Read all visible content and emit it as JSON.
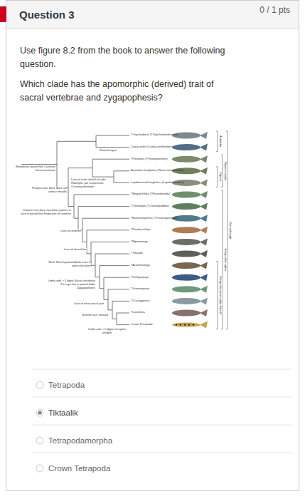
{
  "diagram": {
    "nodes": [
      {
        "text": [
          "Question 3",
          "0 / 1 pts"
        ]
      }
    ],
    "labels": [
      "Use figure 8.2 from the book to answer the following question.",
      "Which clade has the apomorphic (derived) trait of sacral vertebrae and zygapophesis?",
      "Rostral organ",
      "Monobasic paired fins Cosmine Intracranial joint",
      "Loss of outer dental arcade Holostylic jaw suspension Crushing dentition",
      "Preopercular bone does not contact maxilla",
      "Choana One-bone two-bone pattern in axis of paired fins Reduction of cosmine",
      "Loss of cosmine",
      "Loss of dorsal fins",
      "Neck Short hyomandibula Loss of opercular bone",
      "Limbs with > 5 digits Sacral vertebrae Fin rays lost in paired limbs Zygapophyses",
      "Loss of intracranial joint",
      "Nostrils face forward",
      "Limbs with < 5 digits Occipital condyle",
      "†Onychodonts (†Onychodontiformes)",
      "Coelacanths (Coelacanthiformes)",
      "†Porolepis (†Porolepiformes)",
      "Australian lungfishes (Neoceratodontidae)",
      "Lepidosirenid lungfishes (Lepidosirenidae)",
      "†Megalichthys (†Rhizodontida)",
      "†Osteolepis (†Osteolepididae)",
      "†Eusthenopteron (†Tristichopteridae)",
      "†Panderichthys",
      "†Elpistostege",
      "†Tiktaalik",
      "†Acanthostega",
      "†Ichthyostega",
      "†Greererpeton",
      "†Crassigyrinus",
      "†Loxomma",
      "Crown Tetrapoda",
      "Actinistia",
      "Dipnoi",
      "Dipnoomorpha",
      "Tetrapoda (apomorphy-based)",
      "Tetrapodomorpha",
      "Sarcopterygii",
      "Tetrapoda",
      "Tiktaalik",
      "Tetrapodamorpha",
      "Crown Tetrapoda"
    ]
  }
}
